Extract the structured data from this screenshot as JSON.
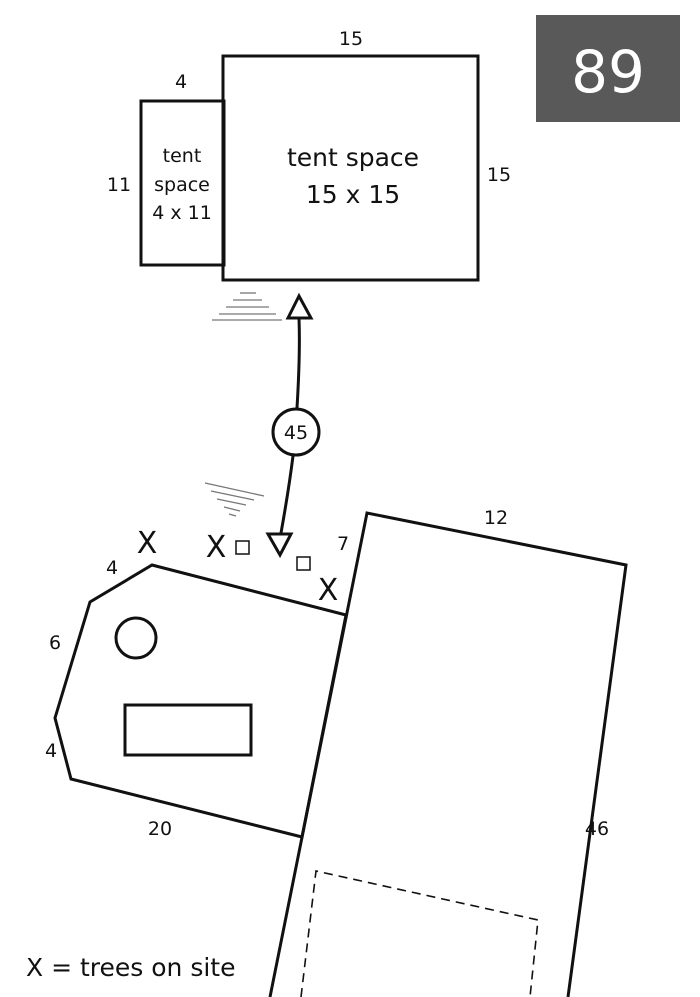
{
  "site_number": "89",
  "colors": {
    "badge_bg": "#595959",
    "badge_text": "#ffffff",
    "line": "#111111"
  },
  "tent_large": {
    "line1": "tent space",
    "line2": "15 x 15",
    "top_dim": "15",
    "right_dim": "15"
  },
  "tent_small": {
    "line1": "tent",
    "line2": "space",
    "line3": "4 x 11",
    "top_dim": "4",
    "left_dim": "11"
  },
  "path": {
    "distance": "45"
  },
  "picnic_pad": {
    "dim_top": "4",
    "dim_left_upper": "6",
    "dim_left_lower": "4",
    "dim_bottom": "20",
    "dim_right": "7"
  },
  "parking": {
    "top_dim": "12",
    "right_dim": "46"
  },
  "trees": {
    "marker": "X"
  },
  "legend": {
    "text": "X = trees on site"
  }
}
